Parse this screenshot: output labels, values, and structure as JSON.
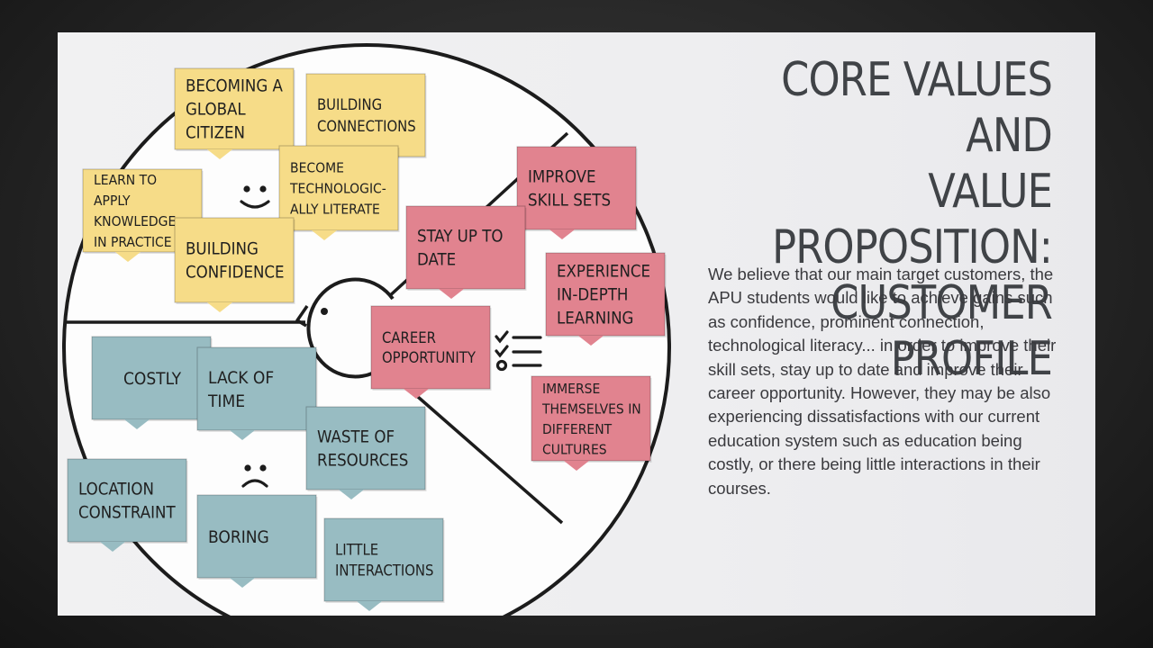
{
  "title": {
    "line1": "CORE VALUES AND",
    "line2": "VALUE PROPOSITION:",
    "line3": "CUSTOMER PROFILE"
  },
  "description": "We believe that our main target customers, the APU students would like to achieve gains such as confidence, prominent connection, technological literacy... in order to improve their skill sets, stay up to date and improve their career opportunity. However, they may be also experiencing dissatisfactions with our current education system such as education being costly, or there being little interactions in their courses.",
  "colors": {
    "gain": "#f6dc88",
    "job": "#e1838f",
    "pain": "#98bcc2",
    "outline": "#1c1c1c"
  },
  "icons": {
    "gains": "smiley-face-icon",
    "pains": "frowning-face-icon",
    "jobs": "checklist-icon",
    "customer": "customer-head-icon"
  },
  "gains": [
    {
      "id": "gain-becoming-global-citizen",
      "lines": [
        "BECOMING A",
        "GLOBAL",
        "CITIZEN"
      ]
    },
    {
      "id": "gain-building-connections",
      "lines": [
        "BUILDING",
        "CONNECTIONS"
      ]
    },
    {
      "id": "gain-learn-to-apply",
      "lines": [
        "LEARN TO",
        "APPLY",
        "KNOWLEDGE",
        "IN PRACTICE"
      ]
    },
    {
      "id": "gain-become-tech-literate",
      "lines": [
        "BECOME",
        "TECHNOLOGIC-",
        "ALLY LITERATE"
      ]
    },
    {
      "id": "gain-building-confidence",
      "lines": [
        "BUILDING",
        "CONFIDENCE"
      ]
    }
  ],
  "jobs": [
    {
      "id": "job-improve-skill-sets",
      "lines": [
        "IMPROVE",
        "SKILL SETS"
      ]
    },
    {
      "id": "job-stay-up-to-date",
      "lines": [
        "STAY UP TO",
        "DATE"
      ]
    },
    {
      "id": "job-experience-learning",
      "lines": [
        "EXPERIENCE",
        "IN-DEPTH",
        "LEARNING"
      ]
    },
    {
      "id": "job-career-opportunity",
      "lines": [
        "CAREER",
        "OPPORTUNITY"
      ]
    },
    {
      "id": "job-immerse-cultures",
      "lines": [
        "IMMERSE",
        "THEMSELVES IN",
        "DIFFERENT",
        "CULTURES"
      ]
    }
  ],
  "pains": [
    {
      "id": "pain-costly",
      "lines": [
        "COSTLY"
      ]
    },
    {
      "id": "pain-lack-of-time",
      "lines": [
        "LACK OF",
        "TIME"
      ]
    },
    {
      "id": "pain-waste-of-resources",
      "lines": [
        "WASTE OF",
        "RESOURCES"
      ]
    },
    {
      "id": "pain-location-constraint",
      "lines": [
        "LOCATION",
        "CONSTRAINT"
      ]
    },
    {
      "id": "pain-boring",
      "lines": [
        "BORING"
      ]
    },
    {
      "id": "pain-little-interactions",
      "lines": [
        "LITTLE",
        "INTERACTIONS"
      ]
    }
  ]
}
